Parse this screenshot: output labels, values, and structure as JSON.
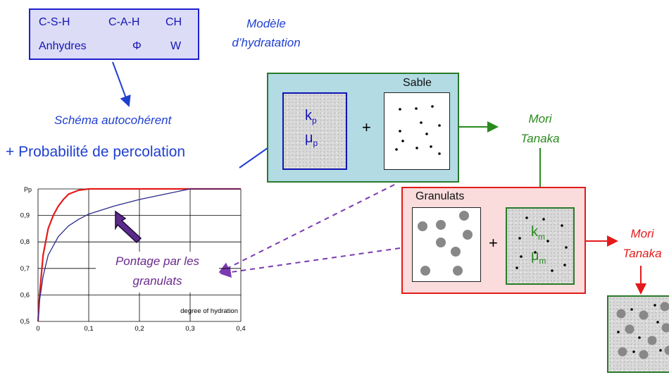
{
  "phases": {
    "csh": "C-S-H",
    "cah": "C-A-H",
    "ch": "CH",
    "anhydres": "Anhydres",
    "phi": "Φ",
    "w": "W"
  },
  "hydration_model": {
    "line1": "Modèle",
    "line2": "d’hydratation"
  },
  "self_consistent": "Schéma autocohérent",
  "percolation": "+ Probabilité de percolation",
  "paste": {
    "k": "k",
    "k_sub": "p",
    "mu": "μ",
    "mu_sub": "p"
  },
  "sand": {
    "label": "Sable"
  },
  "plus": "+",
  "mori_tanaka_1": {
    "line1": "Mori",
    "line2": "Tanaka"
  },
  "aggregates": {
    "label": "Granulats"
  },
  "mortar": {
    "k": "k",
    "k_sub": "m",
    "mu": "μ",
    "mu_sub": "m"
  },
  "mori_tanaka_2": {
    "line1": "Mori",
    "line2": "Tanaka"
  },
  "bridging": {
    "line1": "Pontage par les",
    "line2": "granulats"
  },
  "colors": {
    "blue": "#1f3fd0",
    "green": "#2a8a1f",
    "red": "#e41a1a",
    "purple": "#7a3ab0",
    "navy": "#1414b4"
  },
  "chart_data": {
    "type": "line",
    "ylabel": "Pp",
    "xlabel": "degree of hydration",
    "xlim": [
      0,
      0.4
    ],
    "ylim": [
      0.5,
      1.0
    ],
    "x_ticks": [
      "0",
      "0,1",
      "0,2",
      "0,3",
      "0,4"
    ],
    "y_ticks": [
      "0,5",
      "0,6",
      "0,7",
      "0,8",
      "0,9"
    ],
    "series": [
      {
        "color": "#e41a1a",
        "x": [
          0,
          0.003,
          0.01,
          0.02,
          0.03,
          0.04,
          0.05,
          0.06,
          0.08,
          0.1,
          0.4
        ],
        "y": [
          0.5,
          0.6,
          0.75,
          0.85,
          0.9,
          0.935,
          0.96,
          0.98,
          0.995,
          1.0,
          1.0
        ]
      },
      {
        "color": "#2a2a8a",
        "x": [
          0,
          0.003,
          0.01,
          0.02,
          0.04,
          0.06,
          0.08,
          0.1,
          0.15,
          0.2,
          0.25,
          0.3,
          0.4
        ],
        "y": [
          0.5,
          0.58,
          0.67,
          0.75,
          0.82,
          0.86,
          0.885,
          0.905,
          0.935,
          0.96,
          0.98,
          1.0,
          1.0
        ]
      }
    ]
  }
}
